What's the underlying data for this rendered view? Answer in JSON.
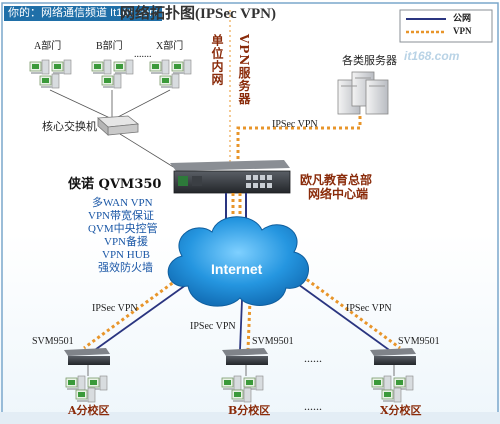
{
  "title": "网络拓扑图(IPSec VPN)",
  "watermark": "你的：网络通信频道 It168.com",
  "legend": {
    "public": "公网",
    "vpn": "VPN"
  },
  "site_watermark": "it168.com",
  "unit_intranet": "单位内网",
  "vpn_servers": "VPN服务器",
  "departments": [
    "A部门",
    "B部门",
    "X部门"
  ],
  "dept_ellipsis": ".......",
  "core_switch": "核心交换机",
  "servers_label": "各类服务器",
  "hq_vpn": "IPSec VPN",
  "device_name": "侠诺 QVM350",
  "hq_name": "欧凡教育总部",
  "hq_center": "网络中心端",
  "features": [
    "多WAN VPN",
    "VPN带宽保证",
    "QVM中央控管",
    "VPN备援",
    "VPN HUB",
    "强效防火墙"
  ],
  "internet": "Internet",
  "branch_vpn": [
    "IPSec VPN",
    "IPSec VPN",
    "IPSec VPN"
  ],
  "branch_device": [
    "SVM9501",
    "SVM9501",
    "SVM9501"
  ],
  "branches": [
    "A分校区",
    "B分校区",
    "X分校区"
  ],
  "branch_ellipsis": [
    "......",
    "......"
  ],
  "colors": {
    "vpn": "#e8952a",
    "public": "#2a3580",
    "cloud": "#1e8fd6",
    "text_red": "#8a2b0a",
    "text_blue": "#1a57a6"
  }
}
